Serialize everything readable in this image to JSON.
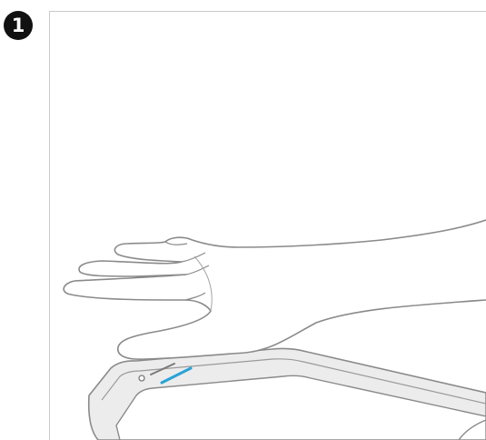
{
  "step": {
    "number": "1",
    "shape": "filled-circle"
  },
  "illustration": {
    "subject": "hand-swipe-over-phone-top-edge",
    "sensor_highlight_color": "#29a3d6",
    "line_color": "#8a8a8a",
    "device_fill": "#e9e9e9"
  }
}
